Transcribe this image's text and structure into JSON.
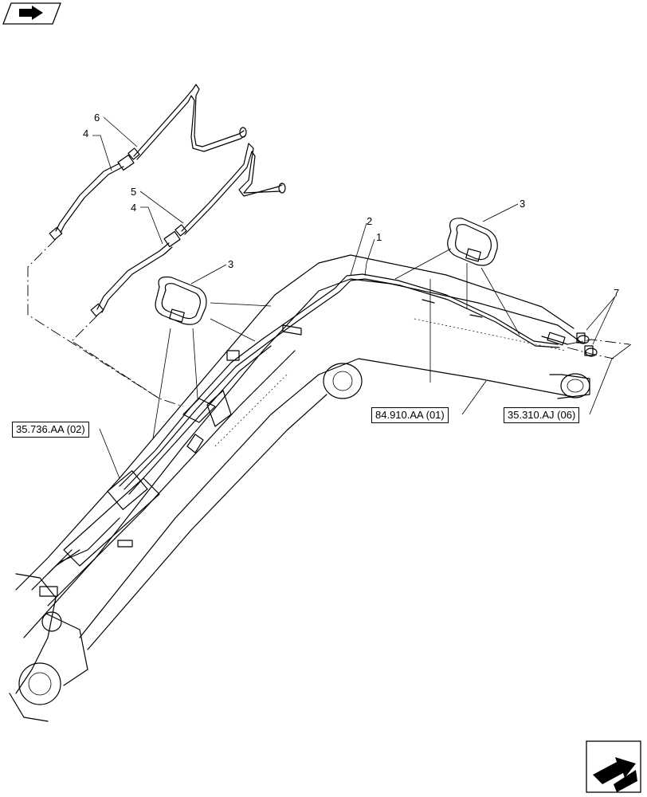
{
  "callouts": {
    "c1": "1",
    "c2": "2",
    "c3a": "3",
    "c3b": "3",
    "c4a": "4",
    "c4b": "4",
    "c5": "5",
    "c6": "6",
    "c7": "7"
  },
  "references": {
    "ref_35736": "35.736.AA (02)",
    "ref_84910": "84.910.AA (01)",
    "ref_35310": "35.310.AJ (06)"
  },
  "icons": {
    "top_left": "navigation-arrow-icon",
    "bottom_right": "next-page-arrow-icon"
  }
}
